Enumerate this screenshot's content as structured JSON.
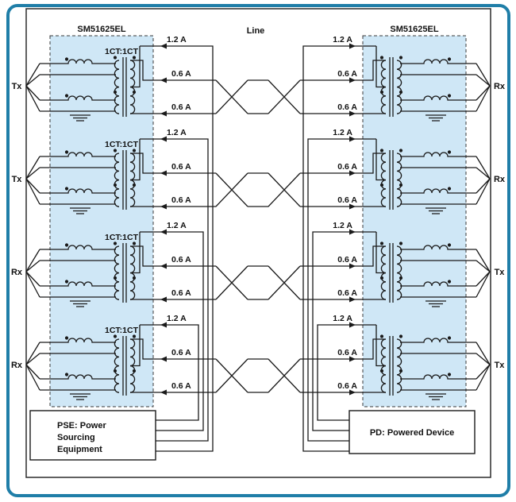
{
  "diagram": {
    "left_chip": "SM51625EL",
    "right_chip": "SM51625EL",
    "line_label": "Line",
    "pse_lines": [
      "PSE: Power",
      "Sourcing",
      "Equipment"
    ],
    "pd_label": "PD: Powered Device",
    "channels": [
      {
        "left_port": "Tx",
        "right_port": "Rx",
        "ratio": "1CT:1CT",
        "tap_current": "1.2 A",
        "pair_current_top": "0.6 A",
        "pair_current_bottom": "0.6 A"
      },
      {
        "left_port": "Tx",
        "right_port": "Rx",
        "ratio": "1CT:1CT",
        "tap_current": "1.2 A",
        "pair_current_top": "0.6 A",
        "pair_current_bottom": "0.6 A"
      },
      {
        "left_port": "Rx",
        "right_port": "Tx",
        "ratio": "1CT:1CT",
        "tap_current": "1.2 A",
        "pair_current_top": "0.6 A",
        "pair_current_bottom": "0.6 A"
      },
      {
        "left_port": "Rx",
        "right_port": "Tx",
        "ratio": "1CT:1CT",
        "tap_current": "1.2 A",
        "pair_current_top": "0.6 A",
        "pair_current_bottom": "0.6 A"
      }
    ],
    "colors": {
      "frame": "#1f7ea8",
      "chip_fill": "#cfe7f6",
      "wire": "#1a1a1a"
    }
  }
}
